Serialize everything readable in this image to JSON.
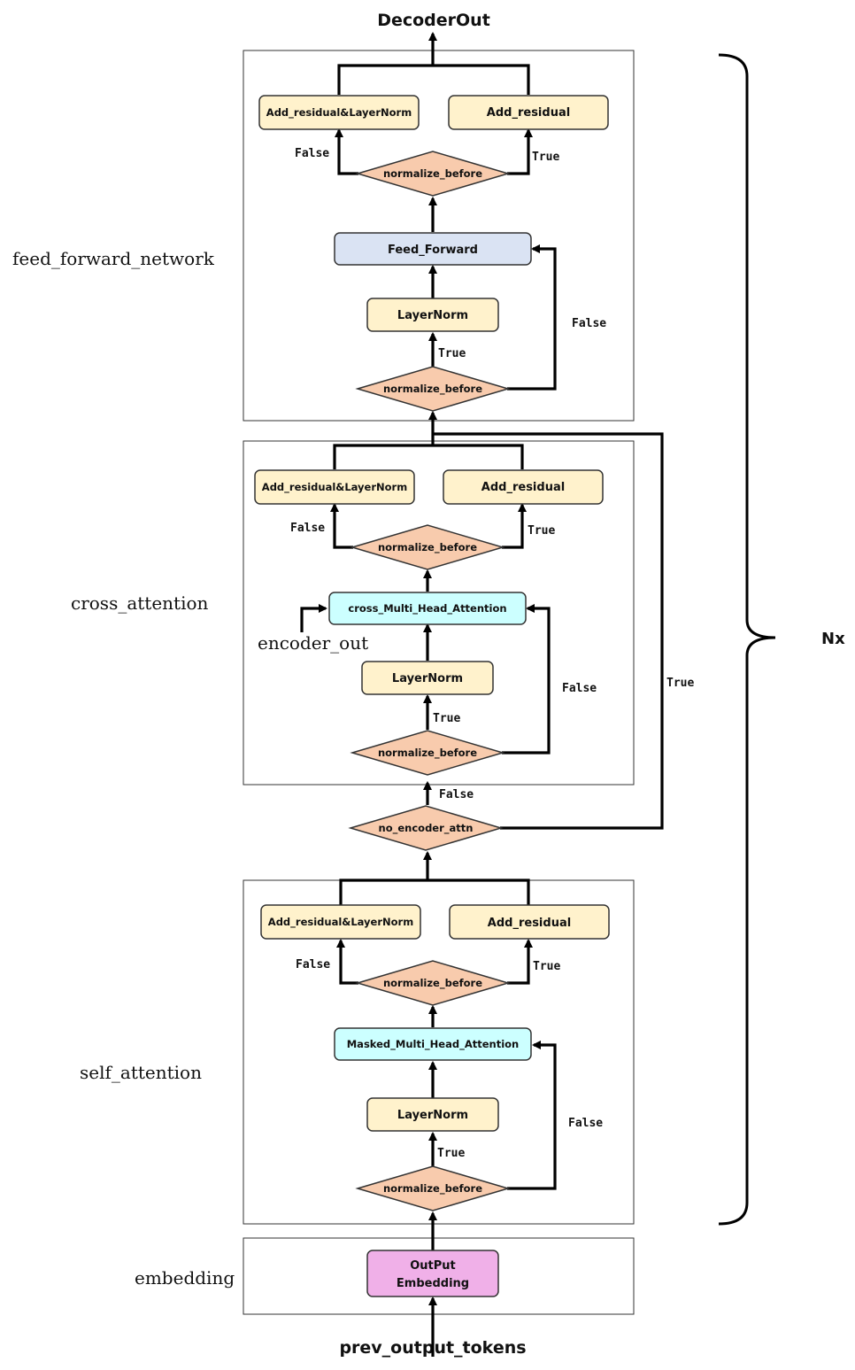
{
  "io": {
    "output": "DecoderOut",
    "input": "prev_output_tokens",
    "encoder_out": "encoder_out",
    "repeat": "Nx"
  },
  "sections": {
    "ffn": "feed_forward_network",
    "cross": "cross_attention",
    "self": "self_attention",
    "embedding": "embedding"
  },
  "ffn": {
    "add_norm": "Add_residual&LayerNorm",
    "add": "Add_residual",
    "norm_after": "normalize_before",
    "block": "Feed_Forward",
    "layernorm": "LayerNorm",
    "norm_before": "normalize_before"
  },
  "cross": {
    "add_norm": "Add_residual&LayerNorm",
    "add": "Add_residual",
    "norm_after": "normalize_before",
    "block": "cross_Multi_Head_Attention",
    "layernorm": "LayerNorm",
    "norm_before": "normalize_before"
  },
  "gate": "no_encoder_attn",
  "self": {
    "add_norm": "Add_residual&LayerNorm",
    "add": "Add_residual",
    "norm_after": "normalize_before",
    "block": "Masked_Multi_Head_Attention",
    "layernorm": "LayerNorm",
    "norm_before": "normalize_before"
  },
  "embedding_block": [
    "OutPut",
    "Embedding"
  ],
  "labels": {
    "true": "True",
    "false": "False"
  },
  "colors": {
    "norm_box": "#fff2cc",
    "decision": "#f8cbad",
    "feed_forward": "#dae3f3",
    "attention": "#ccffff",
    "embedding": "#f0b0e8"
  }
}
